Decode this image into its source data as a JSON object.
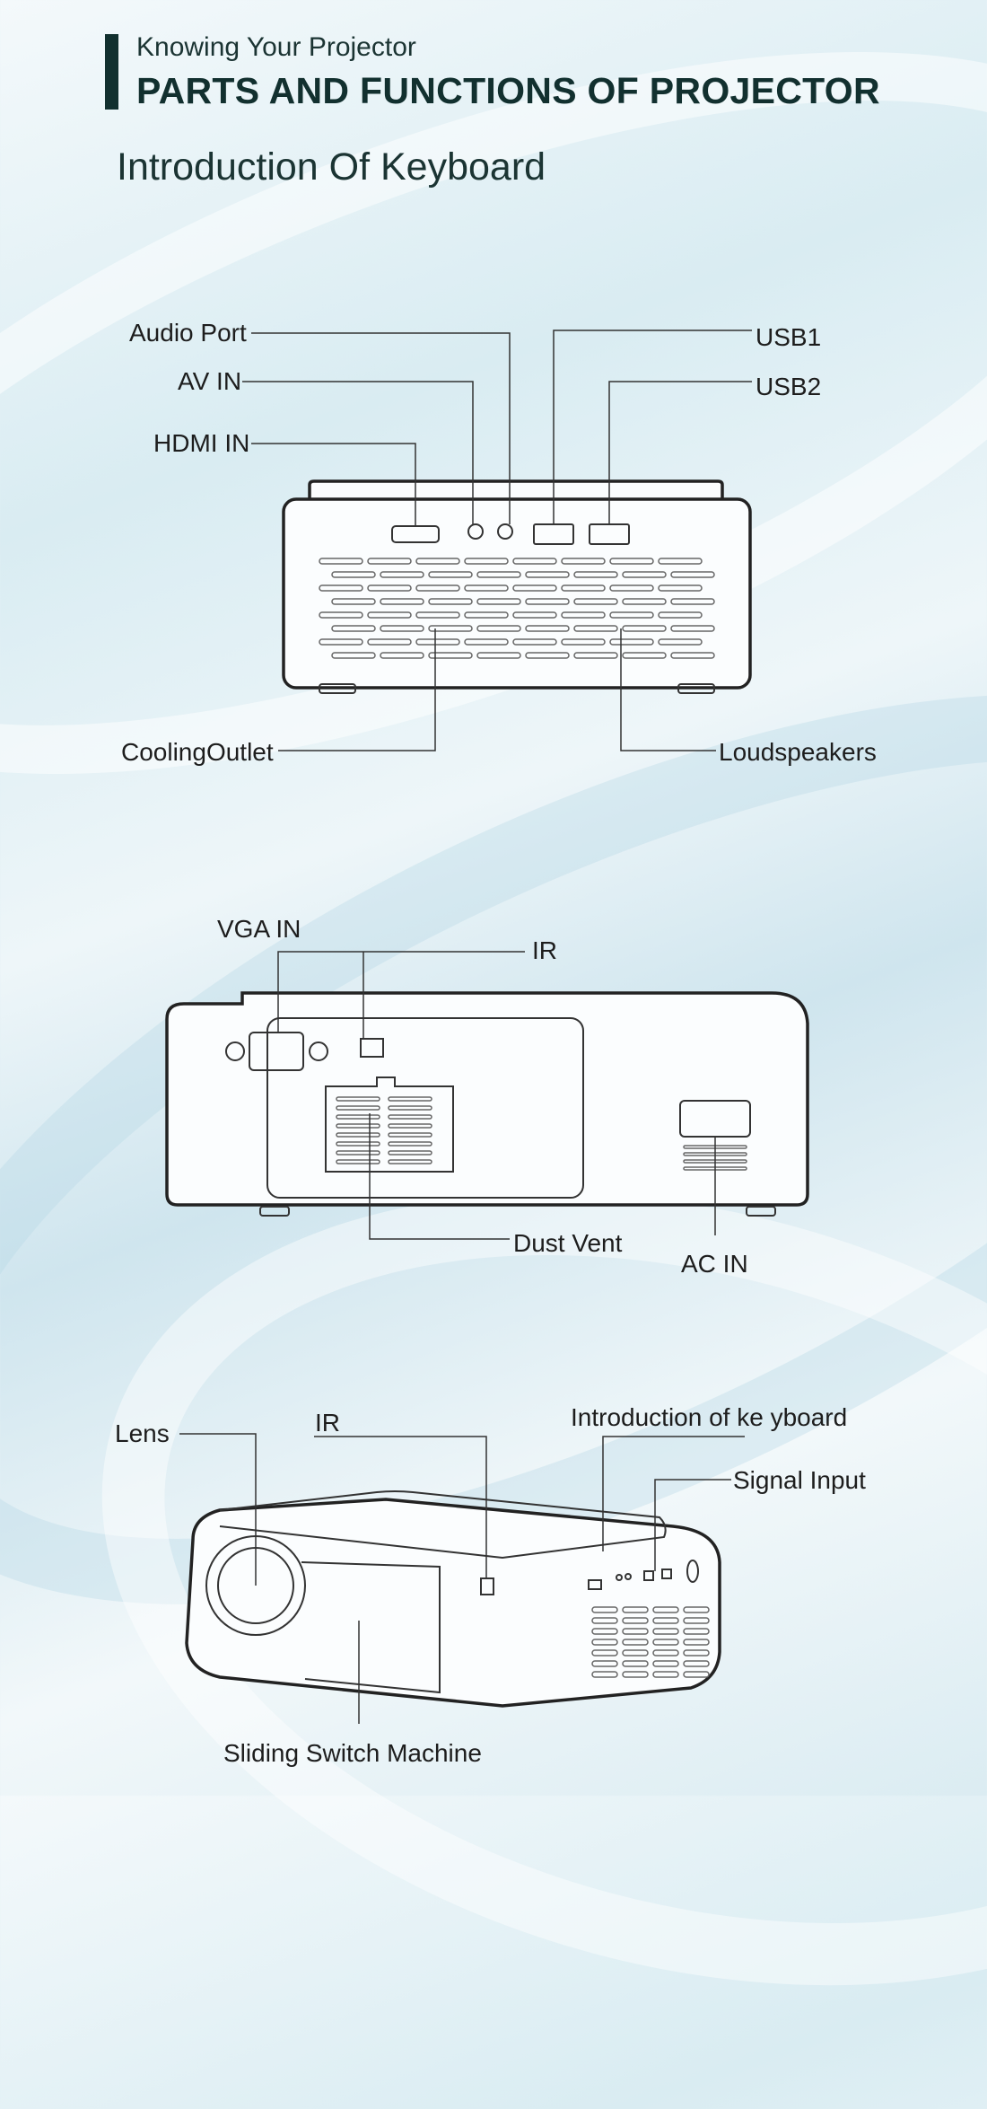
{
  "header": {
    "kicker": "Knowing Your Projector",
    "title": "PARTS AND FUNCTIONS OF PROJECTOR",
    "subtitle": "Introduction Of Keyboard"
  },
  "diagram_back": {
    "labels": {
      "audio_port": "Audio Port",
      "av_in": "AV IN",
      "hdmi_in": "HDMI IN",
      "usb1": "USB1",
      "usb2": "USB2",
      "cooling_outlet": "CoolingOutlet",
      "loudspeakers": "Loudspeakers"
    }
  },
  "diagram_side": {
    "labels": {
      "vga_in": "VGA  IN",
      "ir": "IR",
      "dust_vent": "Dust Vent",
      "ac_in": "AC  IN"
    }
  },
  "diagram_perspective": {
    "labels": {
      "lens": "Lens",
      "ir": "IR",
      "keyboard": "Introduction of ke yboard",
      "signal_input": "Signal Input",
      "sliding_switch": "Sliding Switch Machine"
    }
  },
  "colors": {
    "accent": "#12302f",
    "background": "#dbecf2"
  }
}
